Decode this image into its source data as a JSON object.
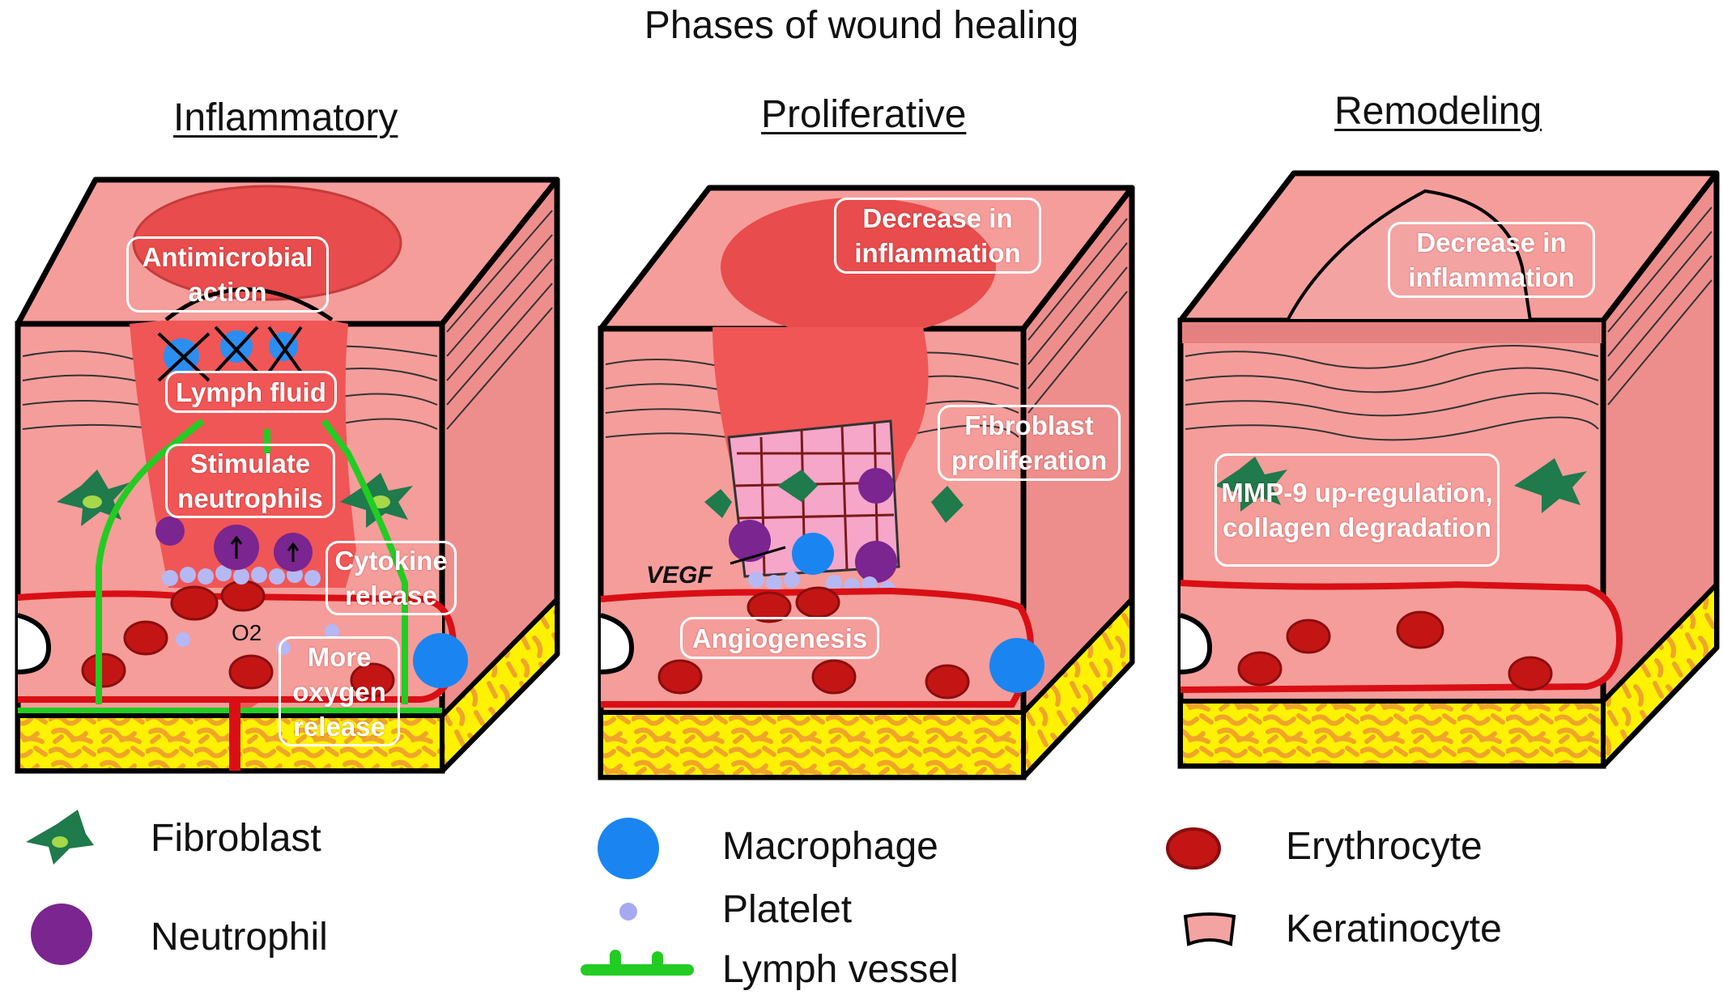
{
  "figure": {
    "title": "Phases of wound healing",
    "phases": [
      {
        "title": "Inflammatory",
        "callouts": [
          "Antimicrobial action",
          "Lymph fluid",
          "Stimulate neutrophils",
          "Cytokine release",
          "More oxygen release"
        ],
        "annotations": [
          "O2"
        ]
      },
      {
        "title": "Proliferative",
        "callouts": [
          "Decrease in inflammation",
          "Fibroblast proliferation",
          "Angiogenesis"
        ],
        "annotations": [
          "VEGF"
        ]
      },
      {
        "title": "Remodeling",
        "callouts": [
          "Decrease in inflammation",
          "MMP-9 up-regulation, collagen degradation"
        ]
      }
    ],
    "legend": [
      {
        "label": "Fibroblast",
        "icon": "fibroblast-icon",
        "color": "#1f7a4c"
      },
      {
        "label": "Neutrophil",
        "icon": "neutrophil-icon",
        "color": "#7a2590"
      },
      {
        "label": "Macrophage",
        "icon": "macrophage-icon",
        "color": "#1a85f0"
      },
      {
        "label": "Platelet",
        "icon": "platelet-icon",
        "color": "#a7a9f0"
      },
      {
        "label": "Lymph vessel",
        "icon": "lymph-vessel-icon",
        "color": "#22cc22"
      },
      {
        "label": "Erythrocyte",
        "icon": "erythrocyte-icon",
        "color": "#d01818"
      },
      {
        "label": "Keratinocyte",
        "icon": "keratinocyte-icon",
        "color": "#f4a3a3"
      }
    ]
  },
  "colors": {
    "skin": "#f59d9a",
    "skin_side": "#ee8e8c",
    "wound": "#f05656",
    "vessel": "#d90f15",
    "fat_yellow": "#fff200",
    "fat_orange": "#f0a52a",
    "outline": "#000000"
  }
}
